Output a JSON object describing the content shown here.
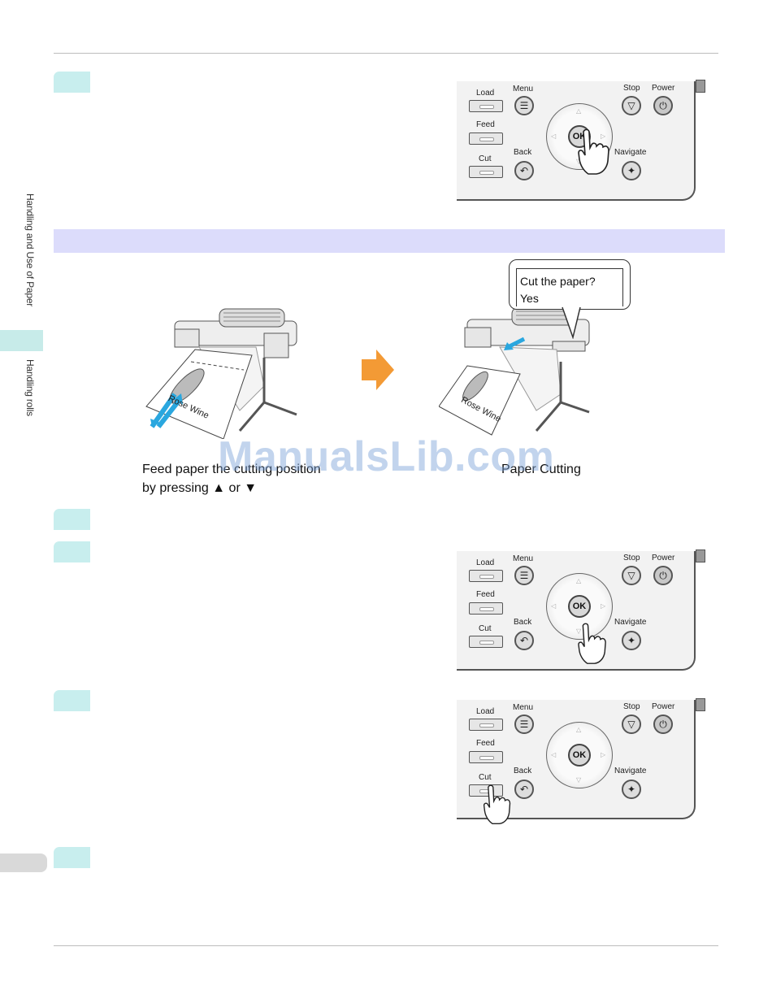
{
  "sidebar": {
    "section_label": "Handling and Use of Paper",
    "subsection_label": "Handling rolls"
  },
  "panel": {
    "load": "Load",
    "feed": "Feed",
    "cut": "Cut",
    "menu": "Menu",
    "back": "Back",
    "stop": "Stop",
    "power": "Power",
    "navigate": "Navigate",
    "ok": "OK"
  },
  "diagram": {
    "bubble_line1": "Cut the paper?",
    "bubble_line2": "Yes",
    "caption_left_line1": "Feed paper the cutting position",
    "caption_left_line2": "by pressing ▲ or ▼",
    "caption_right": "Paper Cutting",
    "printer_left_label": "Rose Wine",
    "printer_right_label": "Rose Wine"
  },
  "watermark": "ManualsLib.com",
  "colors": {
    "step_marker": "#c8eeee",
    "section_band": "#dcdcfb",
    "sidebar_tab": "#c7ebe9",
    "arrow": "#f39a35",
    "paper_arrow": "#2aa7df"
  }
}
